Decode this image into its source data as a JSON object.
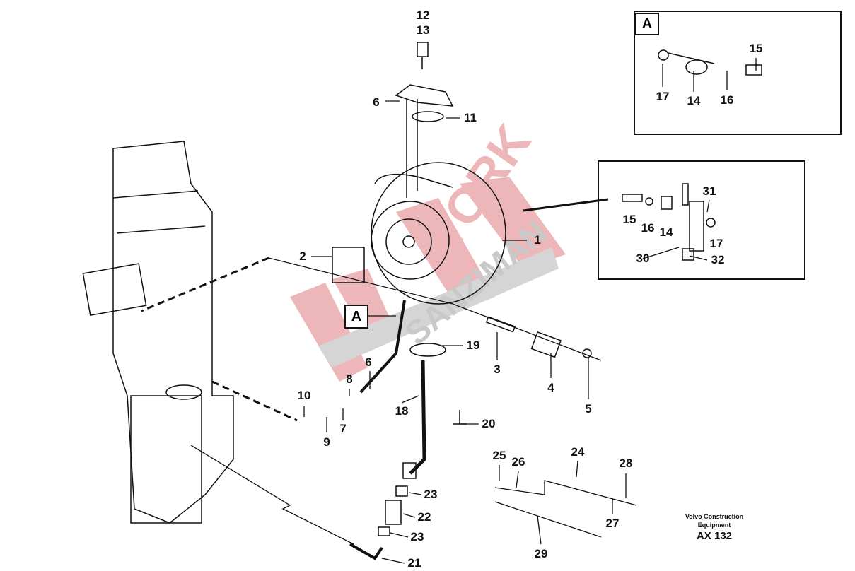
{
  "diagram": {
    "main_callouts": [
      "12",
      "13",
      "6",
      "11",
      "2",
      "1",
      "19",
      "3",
      "4",
      "5",
      "6",
      "8",
      "10",
      "9",
      "7",
      "18",
      "20",
      "23",
      "22",
      "23",
      "21",
      "25",
      "26",
      "24",
      "28",
      "27",
      "29"
    ],
    "view_tag": "A",
    "inset_a": {
      "tag": "A",
      "callouts": [
        "15",
        "17",
        "14",
        "16"
      ]
    },
    "inset_b": {
      "callouts": [
        "31",
        "15",
        "16",
        "14",
        "17",
        "30",
        "32"
      ]
    },
    "footer": {
      "line1": "Volvo Construction",
      "line2": "Equipment",
      "code": "AX 132"
    },
    "watermark": {
      "text1": "TORK",
      "text2": "SANZIMAN",
      "color_red": "#e8a0a4",
      "color_gray": "#b8b8b8"
    }
  }
}
